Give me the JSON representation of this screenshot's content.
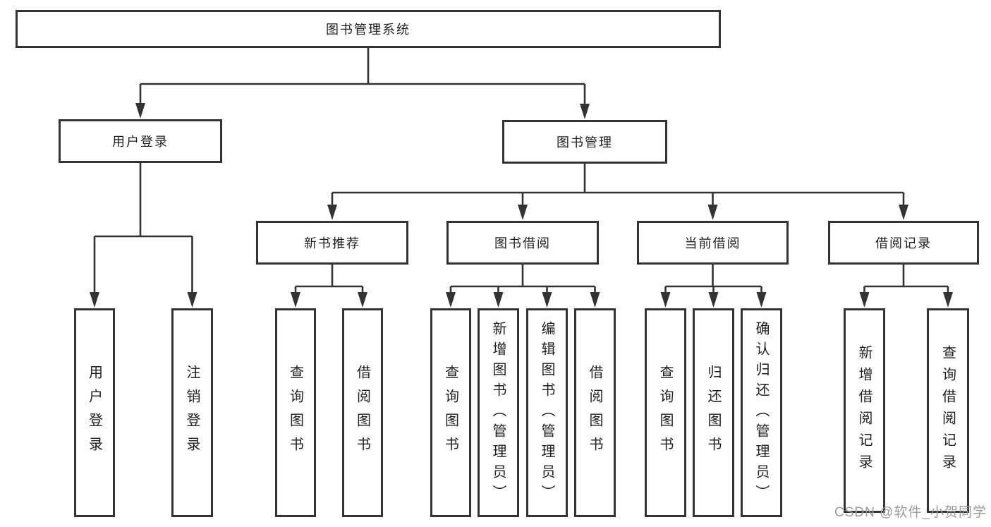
{
  "diagram": {
    "title": "图书管理系统",
    "nodes": [
      {
        "id": "root",
        "label": "图书管理系统",
        "orientation": "horizontal",
        "children": [
          "user-login",
          "book-mgmt"
        ]
      },
      {
        "id": "user-login",
        "label": "用户登录",
        "orientation": "horizontal",
        "children": [
          "lf-user-login",
          "lf-logout"
        ]
      },
      {
        "id": "book-mgmt",
        "label": "图书管理",
        "orientation": "horizontal",
        "children": [
          "new-rec",
          "book-borrow",
          "current-borrow",
          "borrow-records"
        ]
      },
      {
        "id": "new-rec",
        "label": "新书推荐",
        "orientation": "horizontal",
        "children": [
          "lf-query-1",
          "lf-borrow-1"
        ]
      },
      {
        "id": "book-borrow",
        "label": "图书借阅",
        "orientation": "horizontal",
        "children": [
          "lf-query-2",
          "lf-add-book",
          "lf-edit-book",
          "lf-borrow-2"
        ]
      },
      {
        "id": "current-borrow",
        "label": "当前借阅",
        "orientation": "horizontal",
        "children": [
          "lf-query-3",
          "lf-return",
          "lf-confirm-return"
        ]
      },
      {
        "id": "borrow-records",
        "label": "借阅记录",
        "orientation": "horizontal",
        "children": [
          "lf-add-record",
          "lf-query-record"
        ]
      },
      {
        "id": "lf-user-login",
        "label": "用户登录",
        "orientation": "vertical",
        "children": []
      },
      {
        "id": "lf-logout",
        "label": "注销登录",
        "orientation": "vertical",
        "children": []
      },
      {
        "id": "lf-query-1",
        "label": "查询图书",
        "orientation": "vertical",
        "children": []
      },
      {
        "id": "lf-borrow-1",
        "label": "借阅图书",
        "orientation": "vertical",
        "children": []
      },
      {
        "id": "lf-query-2",
        "label": "查询图书",
        "orientation": "vertical",
        "children": []
      },
      {
        "id": "lf-add-book",
        "label": "新增图书（管理员）",
        "orientation": "vertical",
        "children": []
      },
      {
        "id": "lf-edit-book",
        "label": "编辑图书（管理员）",
        "orientation": "vertical",
        "children": []
      },
      {
        "id": "lf-borrow-2",
        "label": "借阅图书",
        "orientation": "vertical",
        "children": []
      },
      {
        "id": "lf-query-3",
        "label": "查询图书",
        "orientation": "vertical",
        "children": []
      },
      {
        "id": "lf-return",
        "label": "归还图书",
        "orientation": "vertical",
        "children": []
      },
      {
        "id": "lf-confirm-return",
        "label": "确认归还（管理员）",
        "orientation": "vertical",
        "children": []
      },
      {
        "id": "lf-add-record",
        "label": "新增借阅记录",
        "orientation": "vertical",
        "children": []
      },
      {
        "id": "lf-query-record",
        "label": "查询借阅记录",
        "orientation": "vertical",
        "children": []
      }
    ]
  },
  "watermark": {
    "text": "CSDN @软件_小贺同学"
  },
  "colors": {
    "line": "#333333",
    "border": "#333333",
    "text": "#1f1f1f",
    "background": "#ffffff",
    "watermark": "#9c9c9c"
  }
}
